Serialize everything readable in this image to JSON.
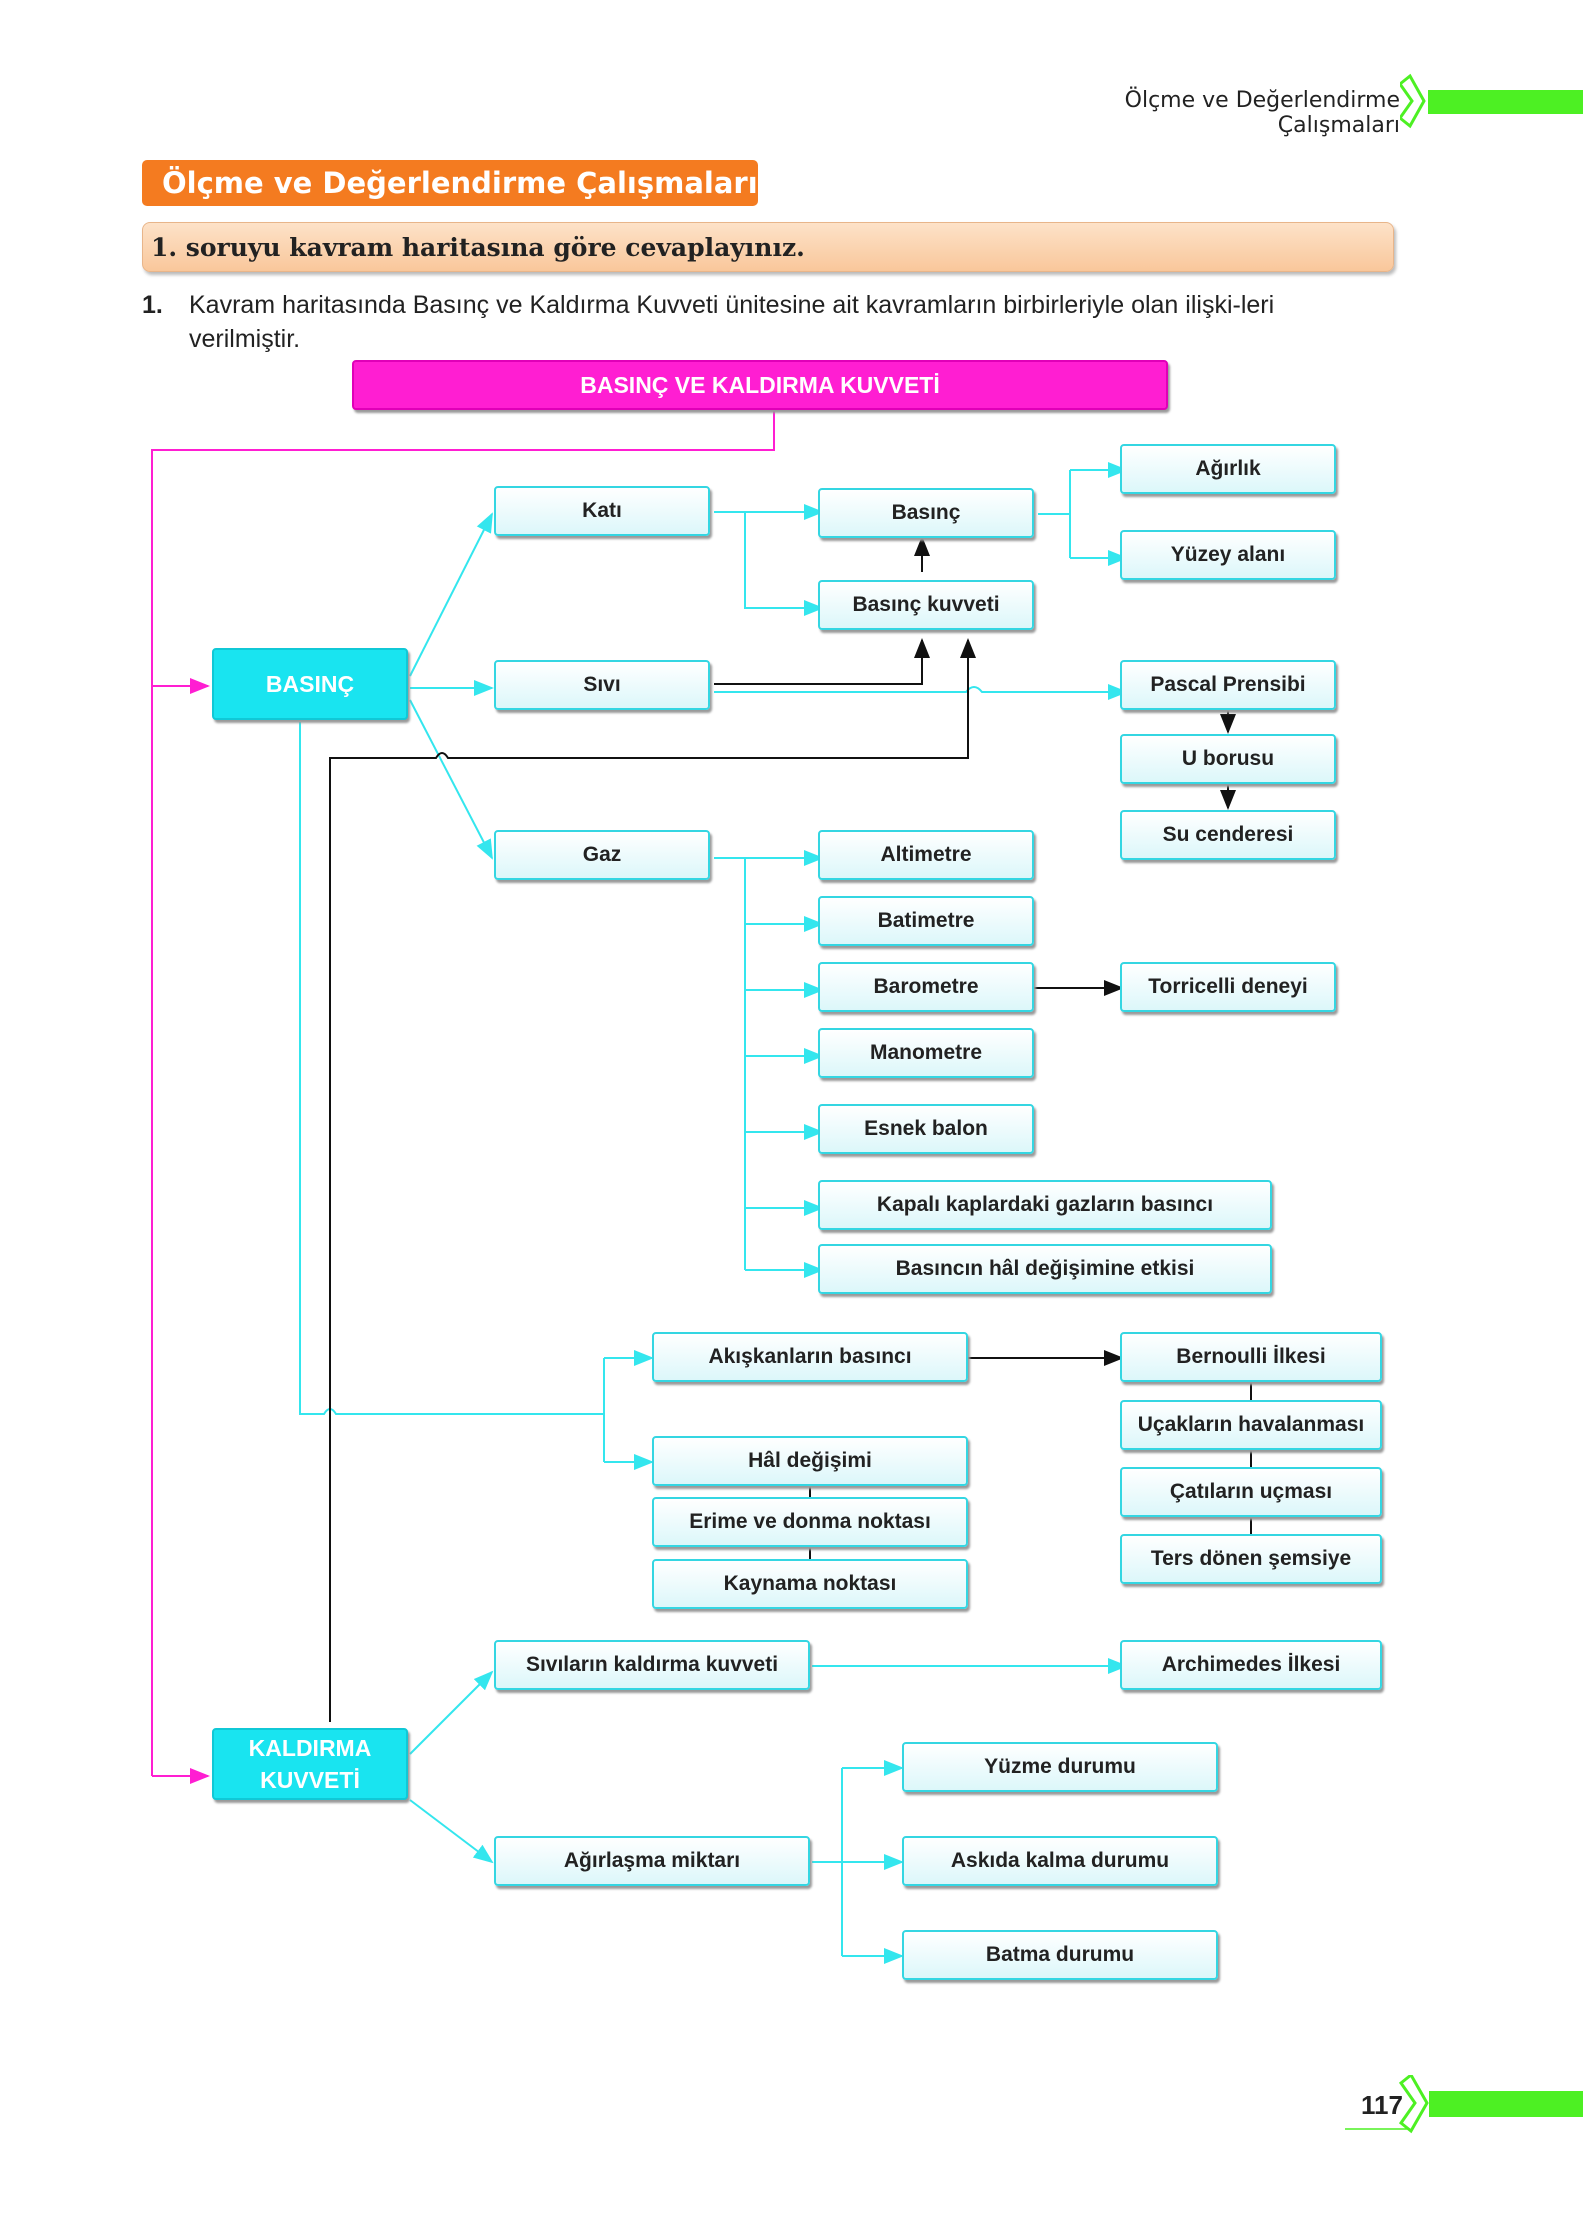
{
  "header": {
    "title": "Ölçme ve Değerlendirme Çalışmaları",
    "accent": "#4df023"
  },
  "section": {
    "title": "Ölçme ve Değerlendirme Çalışmaları",
    "color": "#f47b20"
  },
  "instruction": "1. soruyu kavram haritasına göre cevaplayınız.",
  "question": {
    "number": "1.",
    "text": "Kavram haritasında Basınç ve Kaldırma Kuvveti ünitesine ait kavramların birbirleriyle olan ilişki-leri verilmiştir."
  },
  "map": {
    "root": "BASINÇ VE KALDIRMA KUVVETİ",
    "basinc": "BASINÇ",
    "kaldirma": [
      "KALDIRMA",
      "KUVVETİ"
    ],
    "kati": "Katı",
    "sivi": "Sıvı",
    "gaz": "Gaz",
    "basinc_node": "Basınç",
    "basinc_kuvveti": "Basınç kuvveti",
    "agirlik": "Ağırlık",
    "yuzey_alani": "Yüzey alanı",
    "pascal": "Pascal Prensibi",
    "u_borusu": "U borusu",
    "su_cenderesi": "Su cenderesi",
    "altimetre": "Altimetre",
    "batimetre": "Batimetre",
    "barometre": "Barometre",
    "manometre": "Manometre",
    "esnek_balon": "Esnek balon",
    "torricelli": "Torricelli deneyi",
    "kapali_kap": "Kapalı kaplardaki gazların basıncı",
    "hal_etkisi": "Basıncın hâl değişimine etkisi",
    "akiskan": "Akışkanların basıncı",
    "bernoulli": "Bernoulli İlkesi",
    "ucaklar": "Uçakların havalanması",
    "catilar": "Çatıların uçması",
    "semsiye": "Ters dönen şemsiye",
    "hal_degisimi": "Hâl değişimi",
    "erime_donma": "Erime ve donma noktası",
    "kaynama": "Kaynama noktası",
    "sivilarin_kaldirma": "Sıvıların kaldırma kuvveti",
    "archimedes": "Archimedes İlkesi",
    "agirlasma": "Ağırlaşma miktarı",
    "yuzme": "Yüzme durumu",
    "askida": "Askıda kalma durumu",
    "batma": "Batma durumu"
  },
  "colors": {
    "cyan": "#34e6ee",
    "magenta": "#ff1ed2",
    "black": "#111111"
  },
  "page_number": "117"
}
